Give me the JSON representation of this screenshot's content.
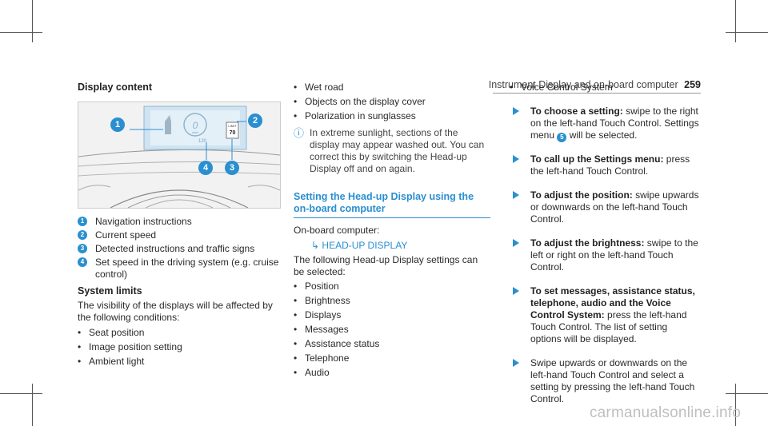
{
  "header": {
    "section": "Instrument Display and on-board computer",
    "page": "259"
  },
  "col1": {
    "title": "Display content",
    "figure": {
      "callouts": [
        "1",
        "2",
        "3",
        "4"
      ],
      "hud_speed_setting": "120",
      "hud_sign_label": "LIMIT",
      "hud_sign_value": "70",
      "hud_speed_unit": "mph",
      "hud_speed_value": "0"
    },
    "legend": [
      {
        "n": "1",
        "text": "Navigation instructions"
      },
      {
        "n": "2",
        "text": "Current speed"
      },
      {
        "n": "3",
        "text": "Detected instructions and traffic signs"
      },
      {
        "n": "4",
        "text": "Set speed in the driving system (e.g. cruise control)"
      }
    ],
    "limits_title": "System limits",
    "limits_text": "The visibility of the displays will be affected by the following conditions:",
    "conditions": [
      "Seat position",
      "Image position setting",
      "Ambient light"
    ]
  },
  "col2": {
    "conditions": [
      "Wet road",
      "Objects on the display cover",
      "Polarization in sunglasses"
    ],
    "note": "In extreme sunlight, sections of the display may appear washed out. You can correct this by switching the Head-up Display off and on again.",
    "setting_title": "Setting the Head-up Display using the on-board computer",
    "onboard_label": "On-board computer:",
    "menu_path": "HEAD-UP DISPLAY",
    "settings_intro": "The following Head-up Display settings can be selected:",
    "settings": [
      "Position",
      "Brightness",
      "Displays",
      "Messages",
      "Assistance status",
      "Telephone",
      "Audio"
    ]
  },
  "col3": {
    "bullet": "Voice Control System",
    "steps": [
      {
        "bold": "To choose a setting:",
        "text": " swipe to the right on the left-hand Touch Control. Settings menu ",
        "badge": "5",
        "text2": " will be selected."
      },
      {
        "bold": "To call up the Settings menu:",
        "text": " press the left-hand Touch Control."
      },
      {
        "bold": "To adjust the position:",
        "text": " swipe upwards or downwards on the left-hand Touch Control."
      },
      {
        "bold": "To adjust the brightness:",
        "text": " swipe to the left or right on the left-hand Touch Control."
      },
      {
        "bold": "To set messages, assistance status, telephone, audio and the Voice Control System:",
        "text": " press the left-hand Touch Control. The list of setting options will be displayed."
      },
      {
        "bold": "",
        "text": "Swipe upwards or downwards on the left-hand Touch Control and select a setting by pressing the left-hand Touch Control."
      }
    ]
  },
  "footer": {
    "watermark": "carmanualsonline.info"
  }
}
